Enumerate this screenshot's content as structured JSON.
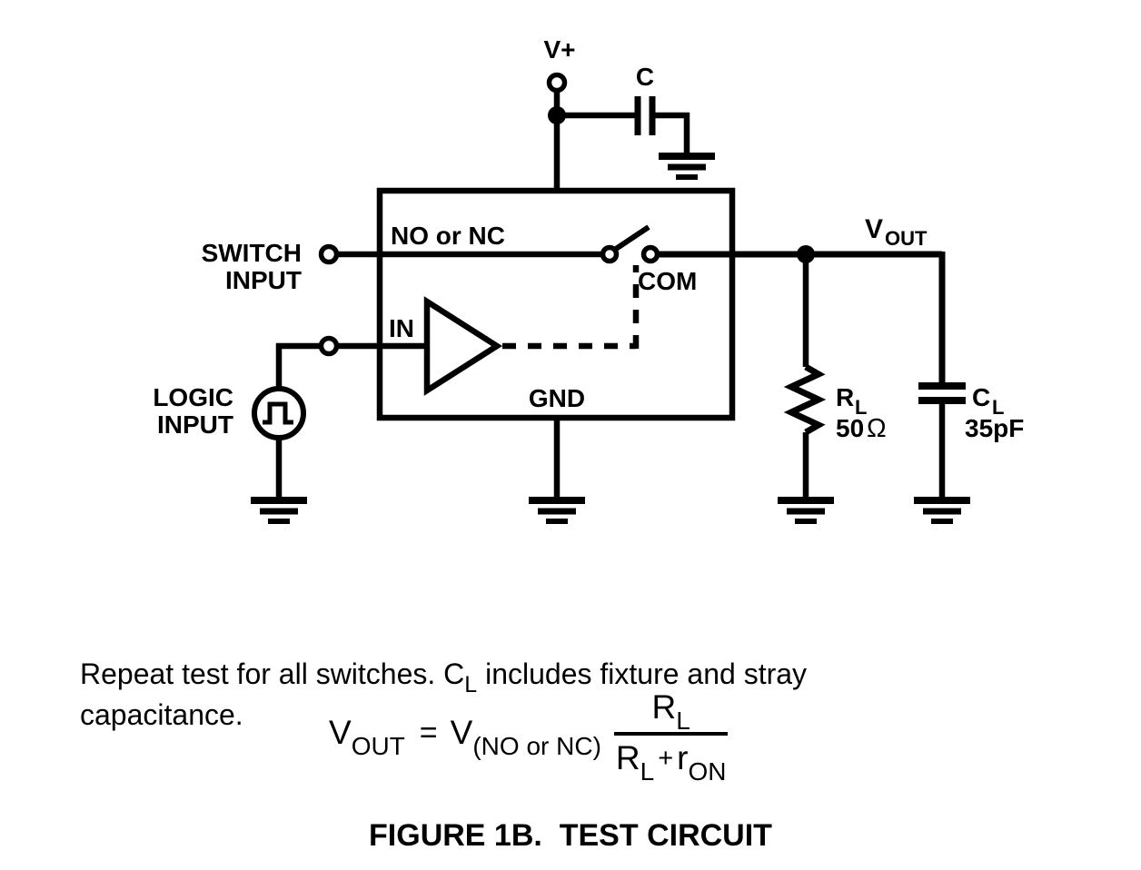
{
  "figure": {
    "caption": "FIGURE 1B.  TEST CIRCUIT"
  },
  "circuit": {
    "power_label": "V+",
    "decoupling_cap_label": "C",
    "pin_no_nc": "NO or NC",
    "pin_com": "COM",
    "pin_in": "IN",
    "pin_gnd": "GND",
    "switch_input": {
      "line1": "SWITCH",
      "line2": "INPUT"
    },
    "logic_input": {
      "line1": "LOGIC",
      "line2": "INPUT"
    },
    "vout": {
      "main": "V",
      "sub": "OUT"
    },
    "rl": {
      "main": "R",
      "sub": "L",
      "value_num": "50",
      "value_unit": "Ω"
    },
    "cl": {
      "main": "C",
      "sub": "L",
      "value": "35pF"
    }
  },
  "notes": {
    "line1_pre": "Repeat test for all switches. C",
    "line1_sub": "L",
    "line1_post": " includes fixture and stray",
    "line2": "capacitance."
  },
  "formula": {
    "lhs_main": "V",
    "lhs_sub": "OUT",
    "equals": "=",
    "rhs_main": "V",
    "rhs_sub": "(NO or NC)",
    "num_main": "R",
    "num_sub": "L",
    "den_r1": "R",
    "den_r1_sub": "L",
    "den_plus": "+",
    "den_r2": "r",
    "den_r2_sub": "ON"
  },
  "colors": {
    "ink": "#000000",
    "background": "#ffffff"
  }
}
